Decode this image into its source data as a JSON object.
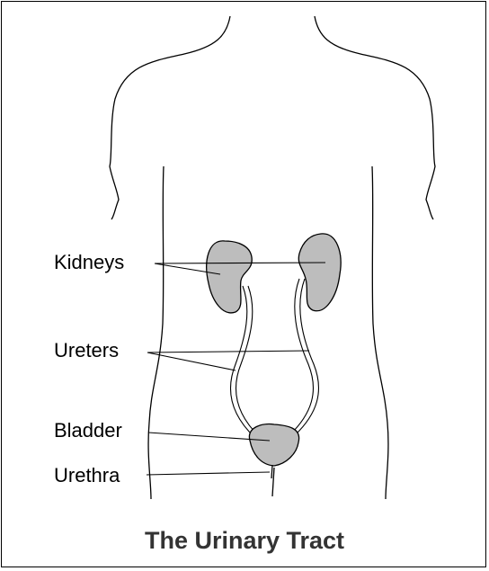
{
  "labels": {
    "kidneys": "Kidneys",
    "ureters": "Ureters",
    "bladder": "Bladder",
    "urethra": "Urethra"
  },
  "caption": "The Urinary Tract",
  "colors": {
    "organ_fill": "#bdbdbd",
    "outline": "#000000",
    "caption_text": "#333333",
    "background": "#ffffff"
  }
}
